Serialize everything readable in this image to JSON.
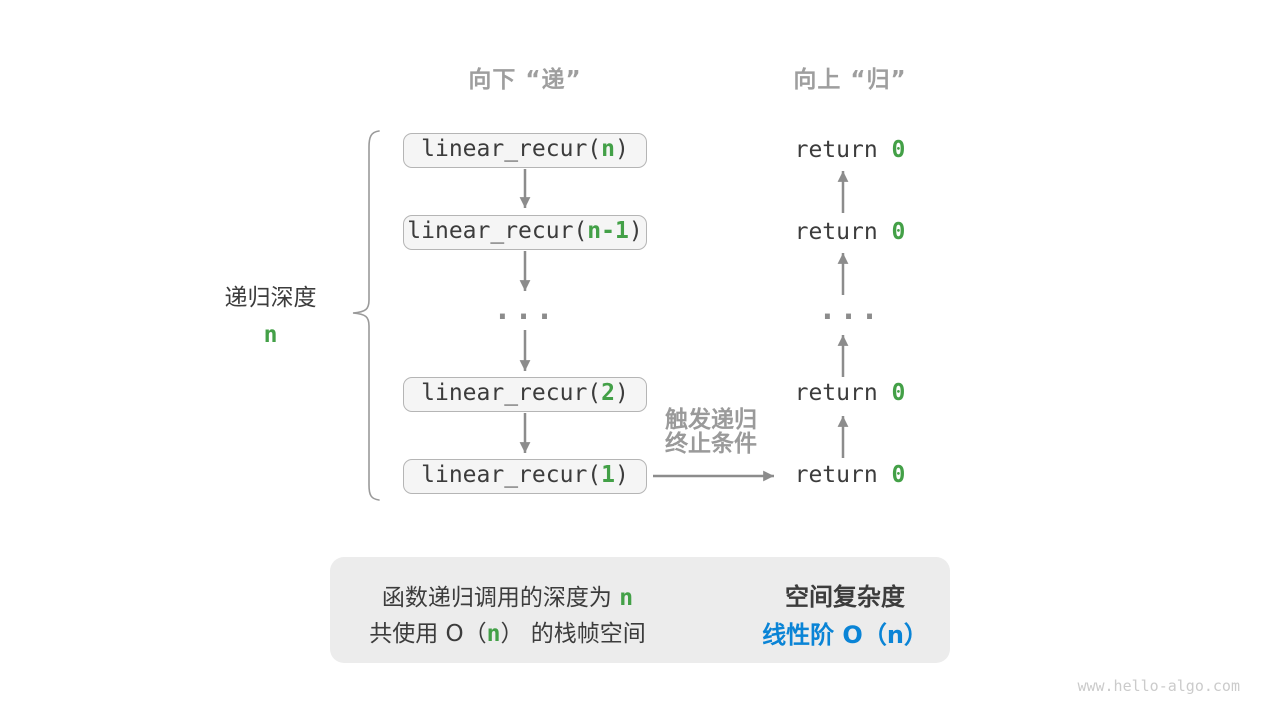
{
  "headers": {
    "down": "向下 “递”",
    "up": "向上 “归”"
  },
  "depth": {
    "label": "递归深度",
    "value": "n"
  },
  "stack": {
    "boxes": [
      {
        "pre": "linear_recur(",
        "arg": "n",
        "post": ")"
      },
      {
        "pre": "linear_recur(",
        "arg": "n-1",
        "post": ")"
      },
      {
        "pre": "linear_recur(",
        "arg": "2",
        "post": ")"
      },
      {
        "pre": "linear_recur(",
        "arg": "1",
        "post": ")"
      }
    ],
    "ellipsis": "..."
  },
  "returns": {
    "rows": [
      {
        "kw": "return ",
        "val": "0"
      },
      {
        "kw": "return ",
        "val": "0"
      },
      {
        "kw": "return ",
        "val": "0"
      },
      {
        "kw": "return ",
        "val": "0"
      }
    ],
    "ellipsis": "..."
  },
  "trigger": {
    "line1": "触发递归",
    "line2": "终止条件"
  },
  "summary": {
    "left_line1_text": "函数递归调用的深度为 ",
    "left_line1_value": "n",
    "left_line2_pre": "共使用 O（",
    "left_line2_value": "n",
    "left_line2_post": "） 的栈帧空间",
    "right_title": "空间复杂度",
    "right_value": "线性阶 O（n）"
  },
  "watermark": "www.hello-algo.com",
  "colors": {
    "green": "#43a047",
    "blue": "#0a84d6",
    "arrow_gray": "#8c8c8c"
  }
}
